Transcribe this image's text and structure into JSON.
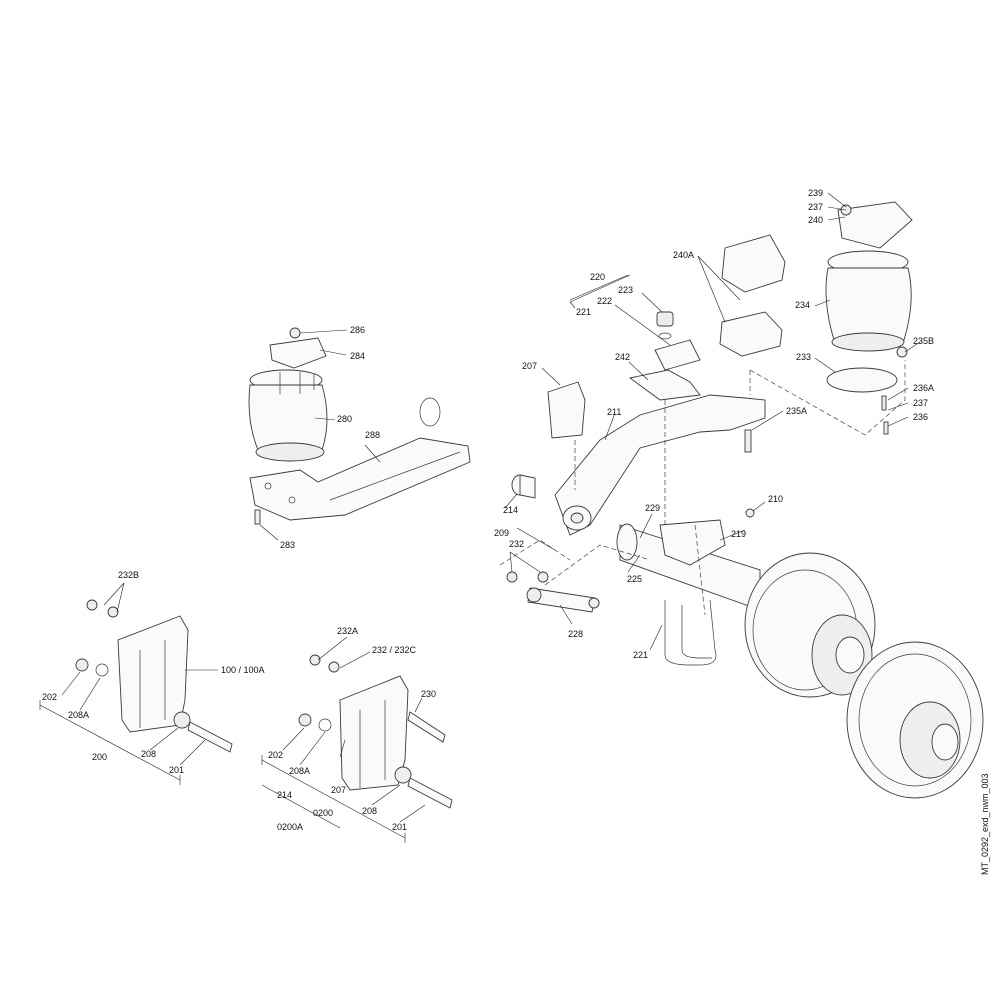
{
  "document_id": "MT_0292_exd_nwm_003",
  "labels": {
    "p239": "239",
    "p237a": "237",
    "p240": "240",
    "p240A": "240A",
    "p234": "234",
    "p235B": "235B",
    "p233": "233",
    "p236A": "236A",
    "p237b": "237",
    "p236": "236",
    "p235A": "235A",
    "p220": "220",
    "p222": "222",
    "p221a": "221",
    "p223": "223",
    "p242": "242",
    "p207a": "207",
    "p211": "211",
    "p214a": "214",
    "p209": "209",
    "p229": "229",
    "p210": "210",
    "p219": "219",
    "p232": "232",
    "p225": "225",
    "p228": "228",
    "p221b": "221",
    "p286": "286",
    "p284": "284",
    "p280": "280",
    "p288": "288",
    "p283": "283",
    "p232B": "232B",
    "p100": "100 / 100A",
    "p202a": "202",
    "p208Aa": "208A",
    "p208a": "208",
    "p201a": "201",
    "p200": "200",
    "p232A": "232A",
    "p232C": "232 / 232C",
    "p230": "230",
    "p202b": "202",
    "p208Ab": "208A",
    "p207b": "207",
    "p208b": "208",
    "p201b": "201",
    "p214b": "214",
    "p0200": "0200",
    "p0200A": "0200A"
  }
}
